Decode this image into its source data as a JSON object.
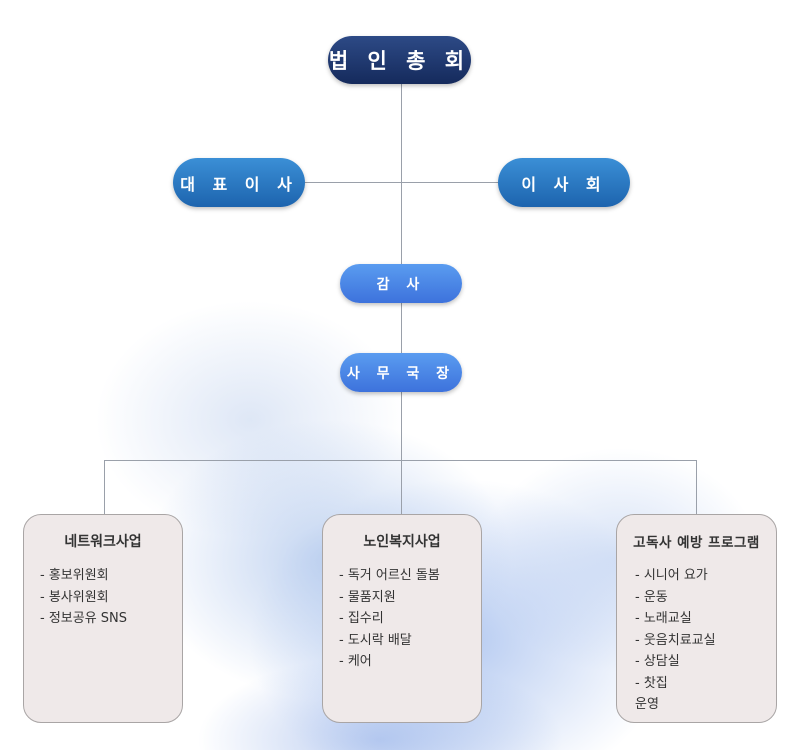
{
  "nodes": {
    "general_assembly": "법 인 총 회",
    "ceo": "대 표 이 사",
    "board": "이 사 회",
    "audit": "감 사",
    "secretary": "사 무 국 장"
  },
  "departments": [
    {
      "title": "네트워크사업",
      "items": [
        "- 홍보위원회",
        "- 봉사위원회",
        "- 정보공유 SNS"
      ]
    },
    {
      "title": "노인복지사업",
      "items": [
        "- 독거 어르신 돌봄",
        "- 물품지원",
        "- 집수리",
        "- 도시락 배달",
        "- 케어"
      ]
    },
    {
      "title": "고독사 예방 프로그램",
      "items": [
        "- 시니어 요가",
        "- 운동",
        "- 노래교실",
        "- 웃음치료교실",
        "- 상담실",
        "- 찻집\n   운영"
      ]
    }
  ]
}
